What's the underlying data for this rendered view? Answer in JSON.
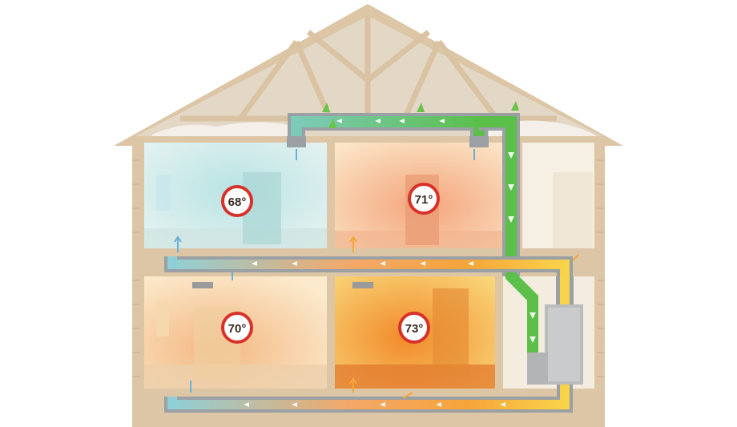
{
  "rooms": [
    {
      "id": "upstairs-left",
      "temperature": "68°",
      "color": "#9fd3d6"
    },
    {
      "id": "upstairs-middle",
      "temperature": "71°",
      "color": "#f7b98a"
    },
    {
      "id": "downstairs-left",
      "temperature": "70°",
      "color": "#f6c894"
    },
    {
      "id": "downstairs-middle",
      "temperature": "73°",
      "color": "#f4a04a"
    }
  ],
  "colors": {
    "roof": "#e3d7c6",
    "frame": "#dcc6a6",
    "wall": "#f3ecdf",
    "supply_duct_warm": "#f6a43a",
    "supply_duct_hot": "#f9d34a",
    "return_duct": "#5cbf4a",
    "cool_duct": "#8fcfd6",
    "thermostat_ring": "#d8312a"
  },
  "icons": [
    "thermostat-icon",
    "airflow-arrow-icon",
    "furnace-icon",
    "vent-icon"
  ]
}
